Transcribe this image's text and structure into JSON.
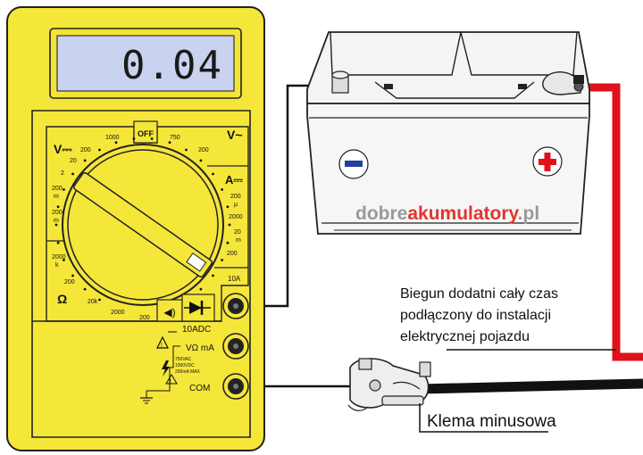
{
  "meter": {
    "display": "0.04",
    "labels": {
      "off": "OFF",
      "v_dc": "V⎓",
      "v_ac": "V~",
      "a_dc": "A⎓",
      "ohm": "Ω",
      "ten_a": "10A",
      "ten_adc": "10ADC",
      "v_omega_ma": "VΩ mA",
      "com": "COM",
      "warning_line1": "750VAC",
      "warning_line2": "1000VDC",
      "warning_line3": "200mA MAX",
      "small_plus": "+"
    },
    "ranges": {
      "vdc_200": "200",
      "vdc_1000": "1000",
      "vac_750": "750",
      "vac_200": "200",
      "vdc_20": "20",
      "vdc_2": "2",
      "vdc_200m": "200",
      "vdc_2000m": "2000",
      "vdc_m": "m",
      "vdc_m2": "m",
      "a_200u": "200",
      "a_2000u": "2000",
      "a_20m": "20",
      "a_200m": "200",
      "a_mu": "μ",
      "a_m": "m",
      "ohm_2000k": "2000",
      "ohm_k": "k",
      "ohm_200k": "200",
      "ohm_20k": "20k",
      "ohm_2000": "2000",
      "ohm_200": "200"
    }
  },
  "battery": {
    "minus": "−",
    "plus": "+",
    "watermark_part1": "dobre",
    "watermark_part2": "akumulatory",
    "watermark_part3": ".pl"
  },
  "annotations": {
    "positive_note_line1": "Biegun dodatni cały czas",
    "positive_note_line2": "podłączony do instalacji",
    "positive_note_line3": "elektrycznej pojazdu",
    "negative_clamp": "Klema minusowa"
  },
  "colors": {
    "meter_yellow": "#f5e63a",
    "lcd_bg": "#c9d2ee",
    "positive_red": "#e0111a",
    "negative_blue": "#1e3fa0",
    "wire_black": "#111111",
    "watermark_red": "#e3342f",
    "watermark_grey": "#9a9a9a"
  }
}
